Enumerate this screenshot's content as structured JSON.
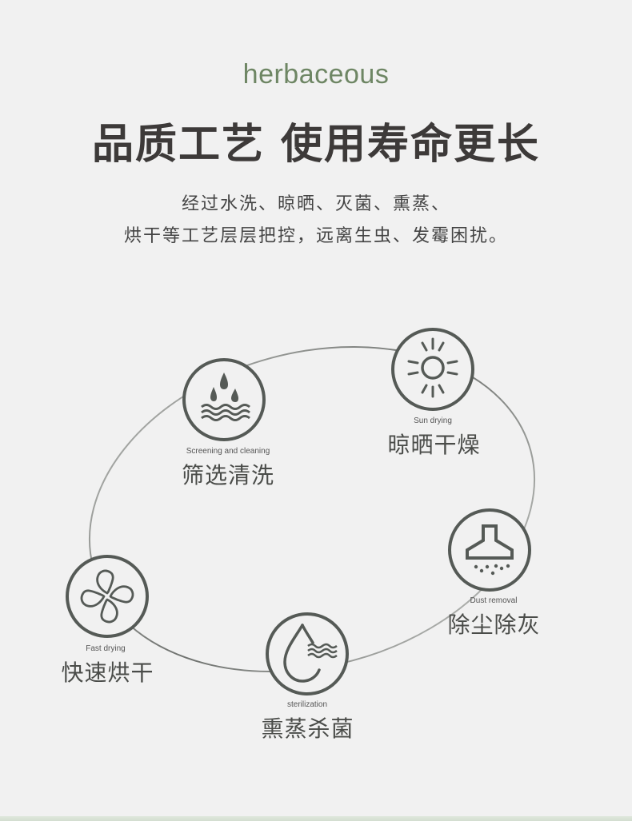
{
  "header": {
    "brand": "herbaceous",
    "headline": "品质工艺 使用寿命更长",
    "description_line1": "经过水洗、晾晒、灭菌、熏蒸、",
    "description_line2": "烘干等工艺层层把控，远离生虫、发霉困扰。"
  },
  "colors": {
    "brand_green": "#6e8664",
    "headline_dark": "#3d3a39",
    "icon_stroke": "#555a56",
    "background": "#f1f1f1"
  },
  "steps": [
    {
      "icon": "water-drops-waves-icon",
      "label_en": "Screening and cleaning",
      "label_cn": "筛选清洗"
    },
    {
      "icon": "sun-icon",
      "label_en": "Sun drying",
      "label_cn": "晾晒干燥"
    },
    {
      "icon": "range-hood-dust-icon",
      "label_en": "Dust removal",
      "label_cn": "除尘除灰"
    },
    {
      "icon": "drop-waves-icon",
      "label_en": "sterilization",
      "label_cn": "熏蒸杀菌"
    },
    {
      "icon": "fan-icon",
      "label_en": "Fast drying",
      "label_cn": "快速烘干"
    }
  ]
}
